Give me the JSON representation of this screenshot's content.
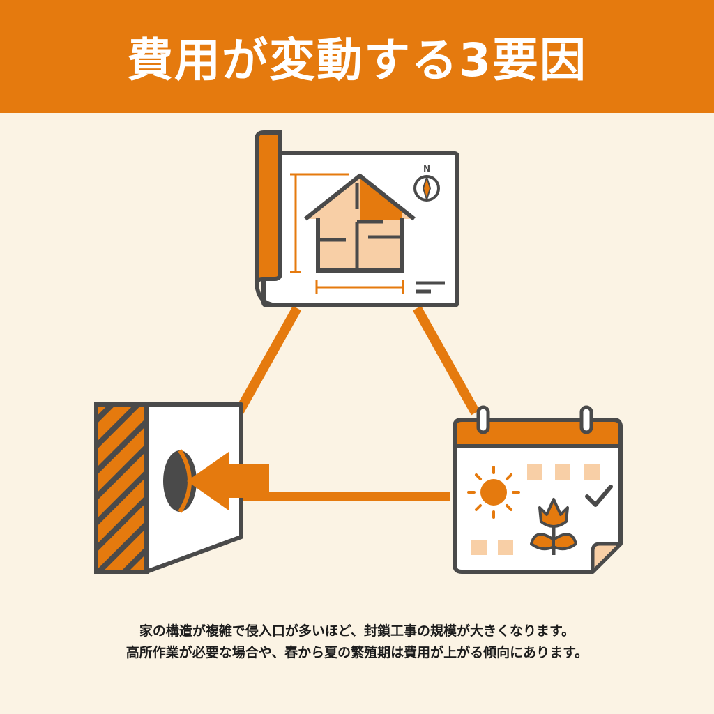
{
  "header": {
    "title": "費用が変動する3要因"
  },
  "diagram": {
    "blueprint": {
      "compass_label": "N"
    }
  },
  "caption": {
    "line1": "家の構造が複雑で侵入口が多いほど、封鎖工事の規模が大きくなります。",
    "line2": "高所作業が必要な場合や、春から夏の繁殖期は費用が上がる傾向にあります。"
  },
  "colors": {
    "accent": "#e57a0e",
    "light_accent": "#f8cfa6",
    "background": "#fbf3e4",
    "outline": "#4a4a4a"
  }
}
